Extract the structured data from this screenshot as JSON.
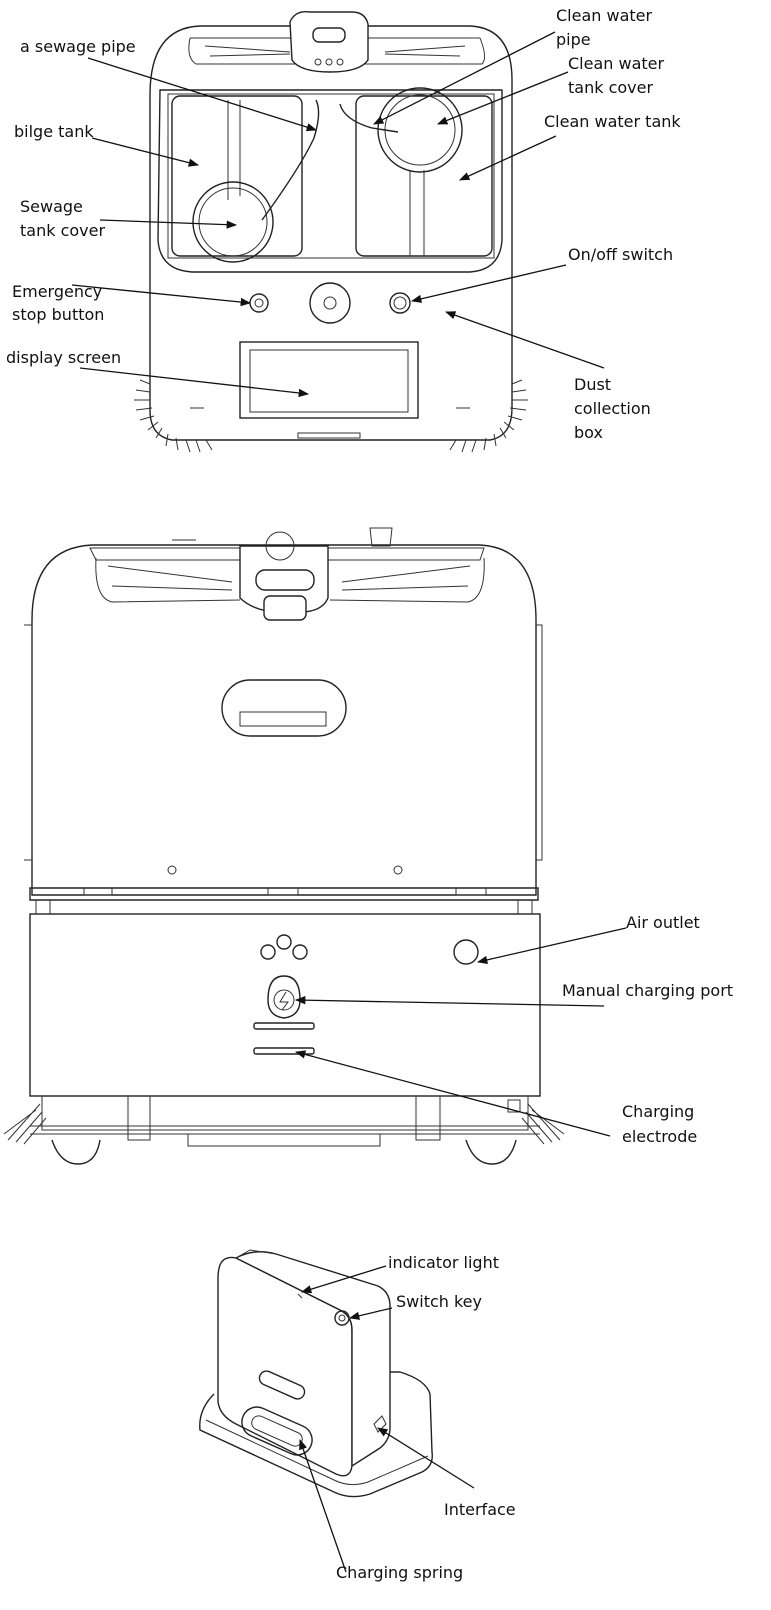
{
  "diagrams": [
    {
      "id": "top-view",
      "labels": {
        "sewage_pipe": "a sewage pipe",
        "bilge_tank": "bilge tank",
        "sewage_tank_cover_1": "Sewage",
        "sewage_tank_cover_2": "tank cover",
        "emergency_stop_1": "Emergency",
        "emergency_stop_2": "stop button",
        "display_screen": "display screen",
        "clean_water_pipe_1": "Clean water",
        "clean_water_pipe_2": "pipe",
        "clean_water_tank_cover_1": "Clean water",
        "clean_water_tank_cover_2": "tank cover",
        "clean_water_tank": "Clean water tank",
        "on_off_switch": "On/off switch",
        "dust_collection_1": "Dust",
        "dust_collection_2": "collection",
        "dust_collection_3": "box"
      }
    },
    {
      "id": "rear-view",
      "labels": {
        "air_outlet": "Air outlet",
        "manual_charging_port": "Manual charging port",
        "charging_electrode_1": "Charging",
        "charging_electrode_2": "electrode"
      }
    },
    {
      "id": "charging-dock",
      "labels": {
        "indicator_light": "indicator light",
        "switch_key": "Switch key",
        "interface": "Interface",
        "charging_spring": "Charging spring"
      }
    }
  ]
}
